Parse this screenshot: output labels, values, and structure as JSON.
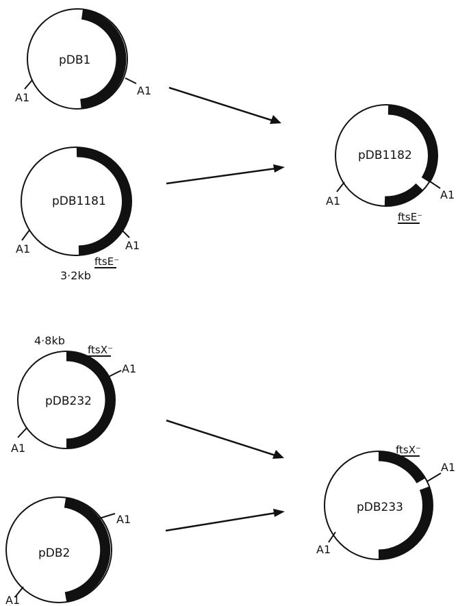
{
  "plasmids": {
    "pdb1": {
      "name": "pDB1",
      "site_left": "A1",
      "site_right": "A1"
    },
    "pdb1181": {
      "name": "pDB1181",
      "site_left": "A1",
      "site_right": "A1",
      "gene": "ftsE⁻",
      "size": "3·2kb"
    },
    "pdb1182": {
      "name": "pDB1182",
      "site_left": "A1",
      "site_right": "A1",
      "gene": "ftsE⁻"
    },
    "pdb232": {
      "name": "pDB232",
      "site_left": "A1",
      "site_right": "A1",
      "gene": "ftsX⁻",
      "size": "4·8kb"
    },
    "pdb2": {
      "name": "pDB2",
      "site_left": "A1",
      "site_right": "A1"
    },
    "pdb233": {
      "name": "pDB233",
      "site_left": "A1",
      "site_right": "A1",
      "gene": "ftsX⁻"
    }
  }
}
